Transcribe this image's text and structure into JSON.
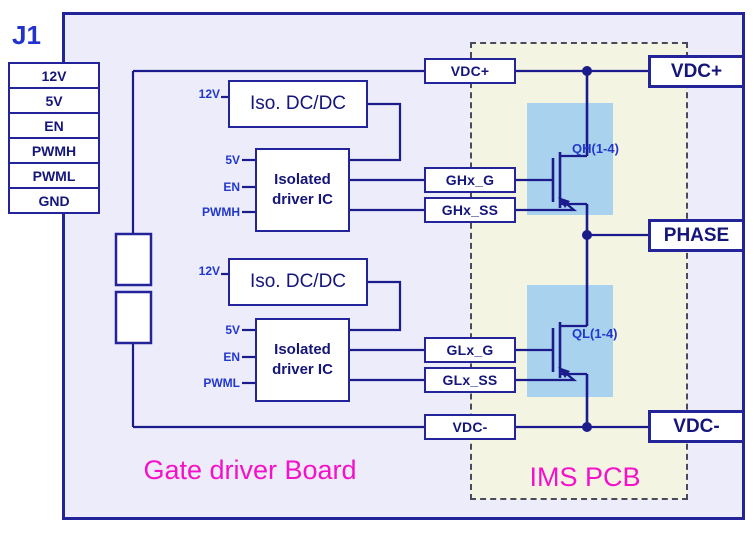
{
  "connector": {
    "title": "J1",
    "pins": [
      "12V",
      "5V",
      "EN",
      "PWMH",
      "PWML",
      "GND"
    ]
  },
  "power": {
    "dcdc_top_label": "Iso. DC/DC",
    "dcdc_bottom_label": "Iso. DC/DC",
    "dcdc_top_input": "12V",
    "dcdc_bottom_input": "12V"
  },
  "drivers": {
    "top": {
      "label": "Isolated driver IC",
      "inputs": [
        "5V",
        "EN",
        "PWMH"
      ]
    },
    "bottom": {
      "label": "Isolated driver IC",
      "inputs": [
        "5V",
        "EN",
        "PWML"
      ]
    }
  },
  "signals": {
    "vdc_plus": "VDC+",
    "ghx_g": "GHx_G",
    "ghx_ss": "GHx_SS",
    "glx_g": "GLx_G",
    "glx_ss": "GLx_SS",
    "vdc_minus": "VDC-"
  },
  "transistors": {
    "high": "QH(1-4)",
    "low": "QL(1-4)"
  },
  "terminals": {
    "vdc_plus": "VDC+",
    "phase": "PHASE",
    "vdc_minus": "VDC-"
  },
  "regions": {
    "board_label": "Gate driver Board",
    "ims_label": "IMS PCB"
  },
  "colors": {
    "navy": "#1b1b8c",
    "box_border": "#23239a",
    "blue_label": "#2238cc",
    "magenta": "#f511c9",
    "board_bg": "#ececfa",
    "ims_bg": "#f4f4e3",
    "mosfet_highlight": "#a9d2ef"
  }
}
